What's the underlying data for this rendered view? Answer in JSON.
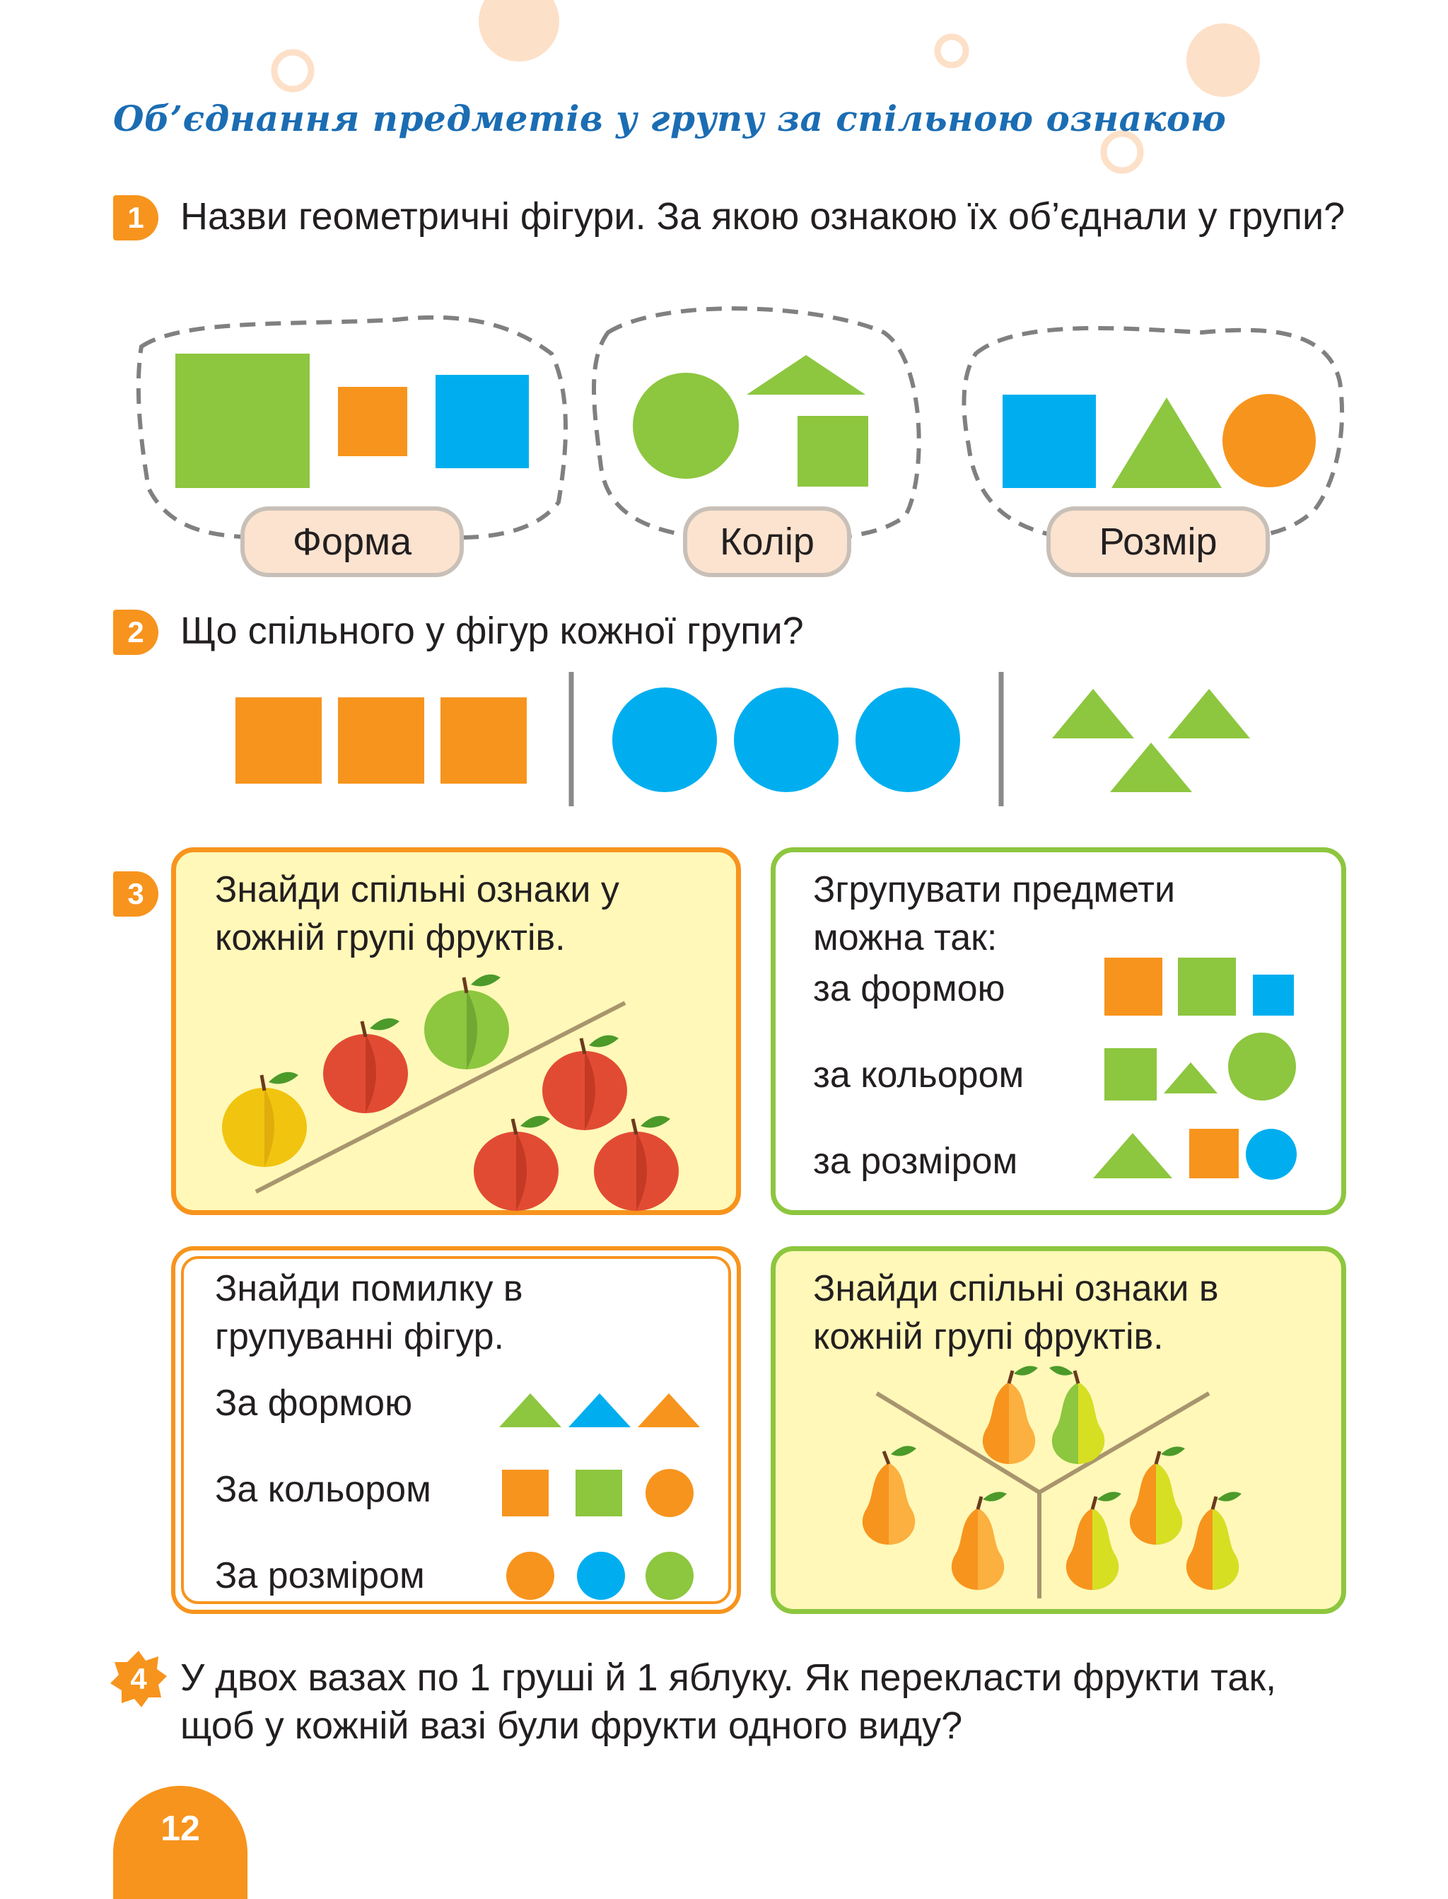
{
  "page_title": "Об’єднання предметів у групу за спільною ознакою",
  "task1": {
    "number": "1",
    "text": "Назви геометричні фігури. За якою ознакою їх об’єднали у групи?",
    "labels": [
      "Форма",
      "Колір",
      "Розмір"
    ]
  },
  "task2": {
    "number": "2",
    "text": "Що спільного у фігур кожної групи?"
  },
  "task3": {
    "number": "3",
    "box_apples": "Знайди спільні ознаки у кожній групі фруктів.",
    "box_group_title": "Згрупувати предмети можна так:",
    "group_rows": [
      "за формою",
      "за кольором",
      "за розміром"
    ],
    "box_error_title": "Знайди помилку в групуванні фігур.",
    "error_rows": [
      "За формою",
      "За кольором",
      "За розміром"
    ],
    "box_pears": "Знайди спільні ознаки в кожній групі фруктів."
  },
  "task4": {
    "number": "4",
    "text": "У двох вазах по 1 груші й 1 яблуку. Як перекласти фрукти так, щоб у кожній вазі були фрукти одного виду?"
  },
  "page_number": "12",
  "colors": {
    "orange": "#f7941d",
    "green": "#8dc63f",
    "blue": "#00aeef",
    "title_blue": "#1b6db3",
    "yellow_bg": "#fff8b8"
  }
}
